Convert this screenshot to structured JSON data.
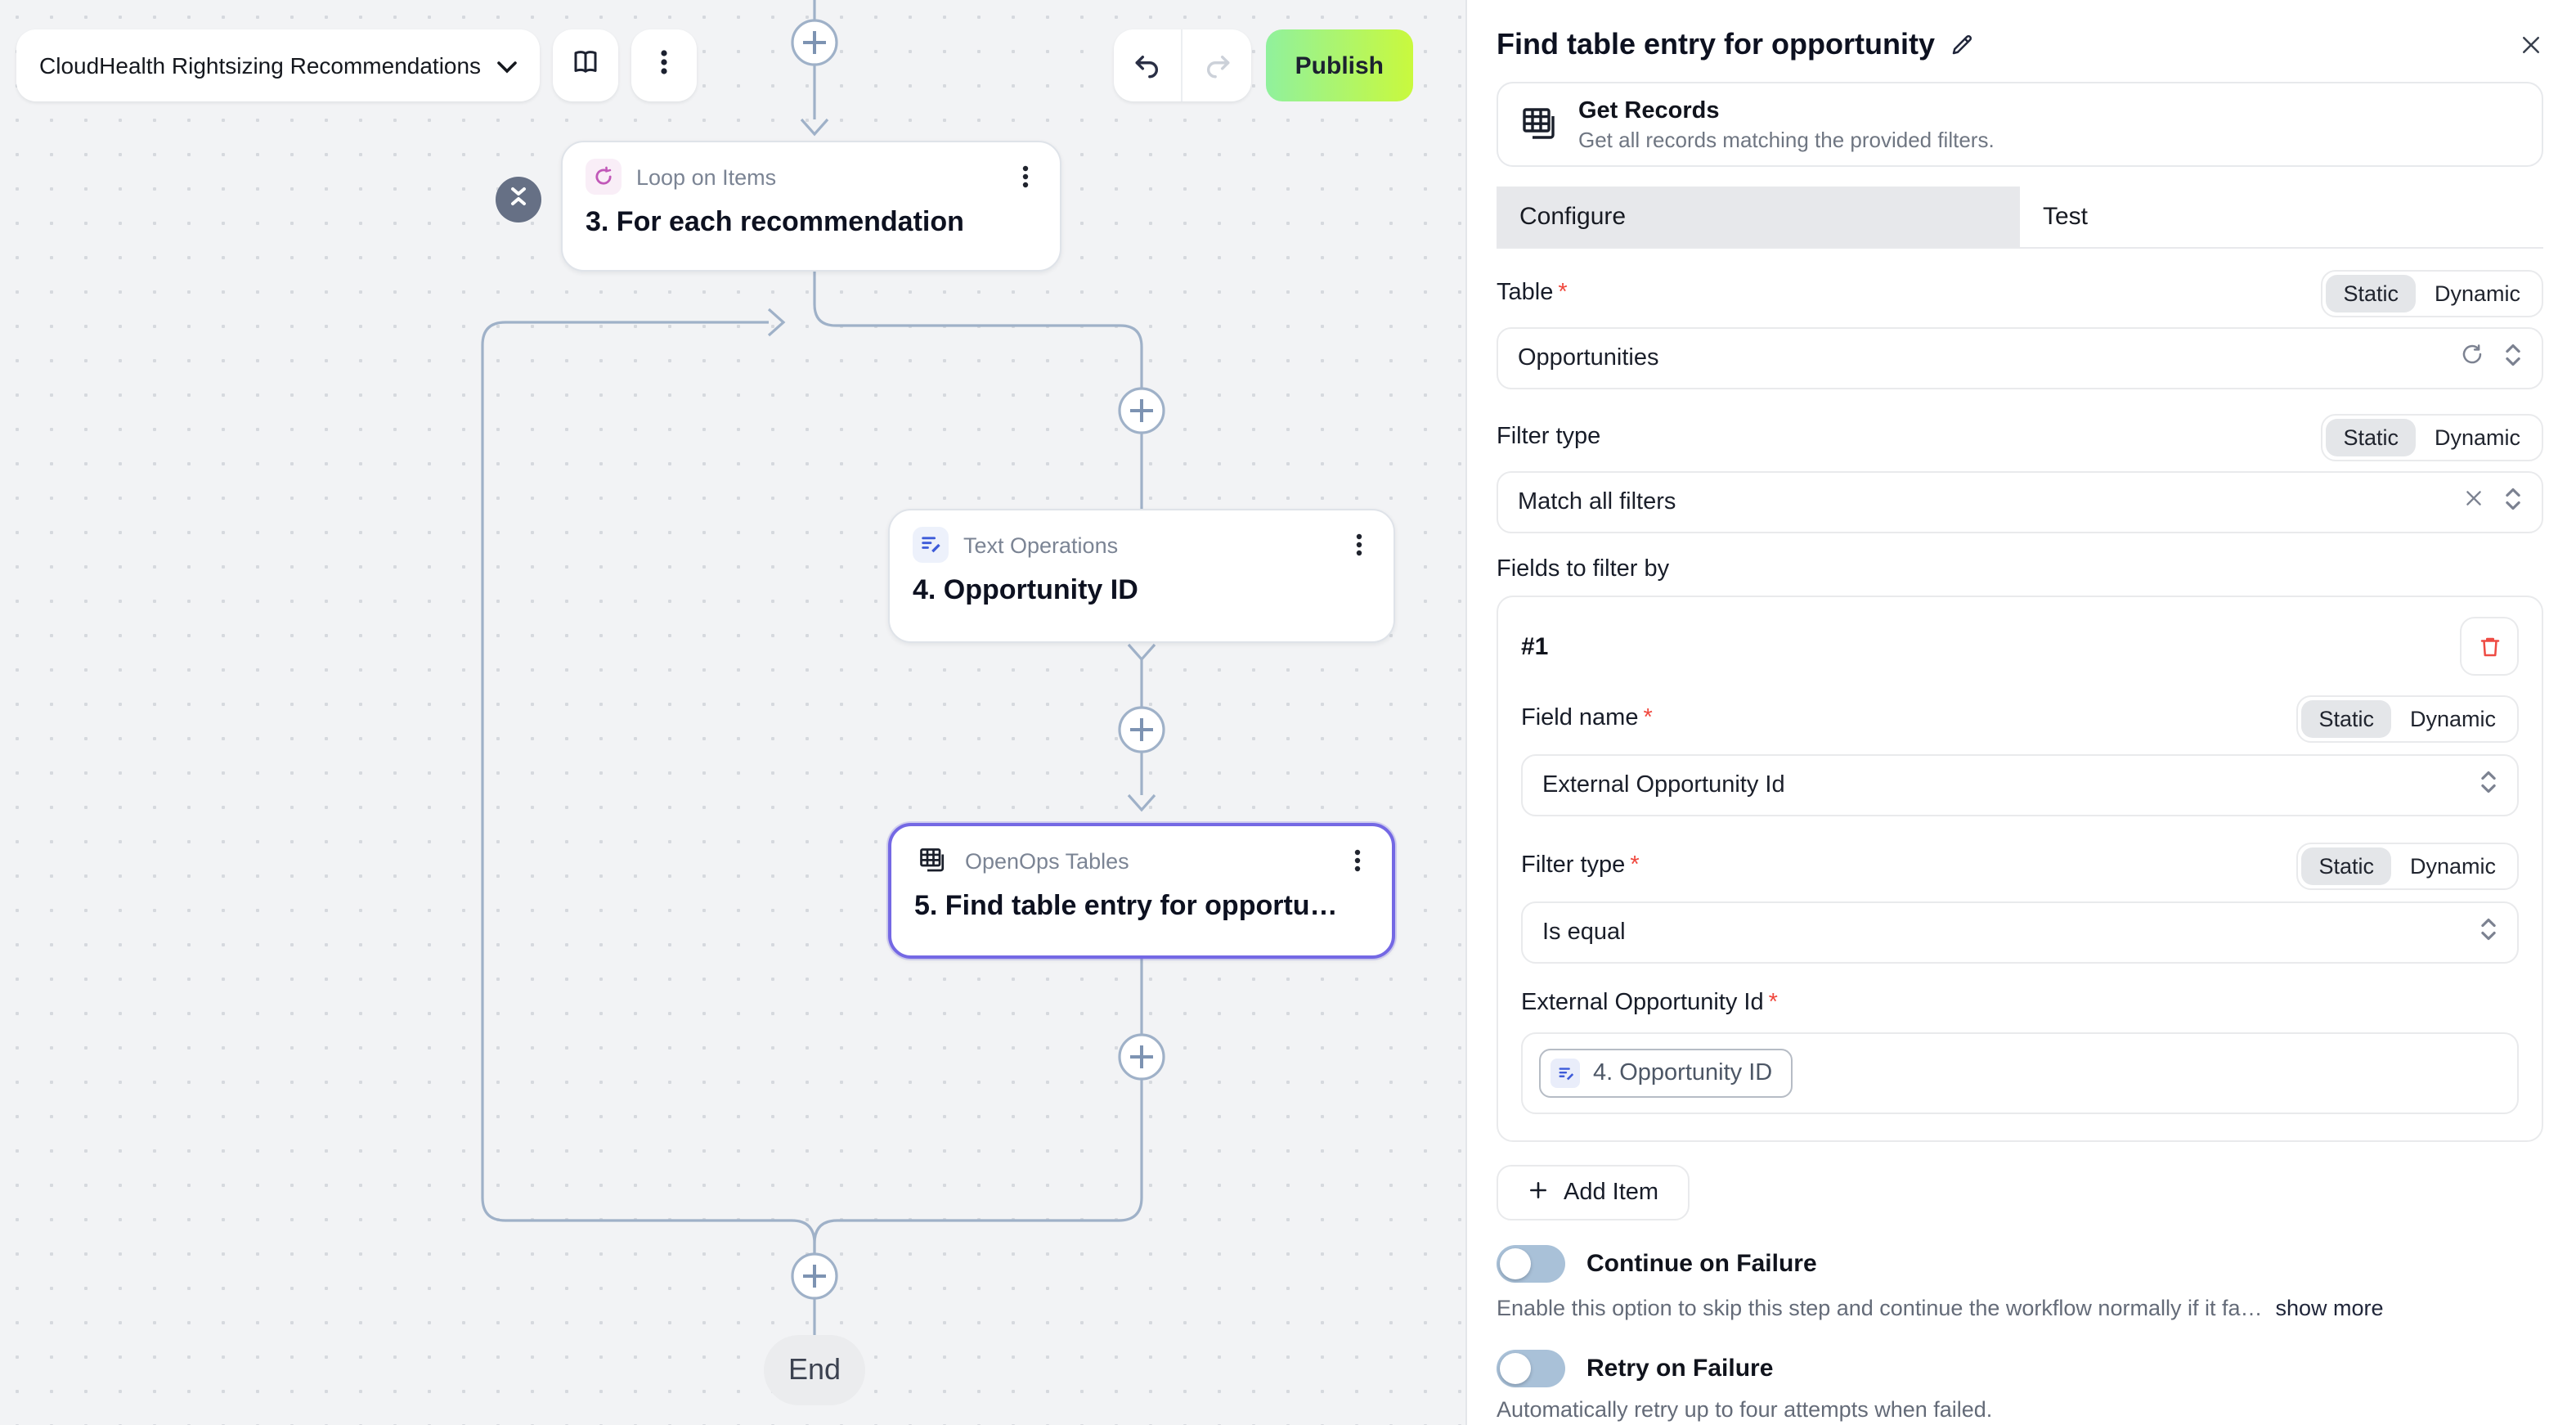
{
  "header": {
    "flow_selector": "CloudHealth Rightsizing Recommendations",
    "publish_label": "Publish"
  },
  "canvas": {
    "nodes": {
      "loop": {
        "type_label": "Loop on Items",
        "title": "3. For each recommendation"
      },
      "text_ops": {
        "type_label": "Text Operations",
        "title": "4. Opportunity ID"
      },
      "tables": {
        "type_label": "OpenOps Tables",
        "title": "5. Find table entry for opportu…"
      }
    },
    "end_label": "End"
  },
  "panel": {
    "title": "Find table entry for opportunity",
    "action": {
      "name": "Get Records",
      "description": "Get all records matching the provided filters."
    },
    "tabs": {
      "configure": "Configure",
      "test": "Test"
    },
    "toggle": {
      "static": "Static",
      "dynamic": "Dynamic"
    },
    "fields": {
      "table": {
        "label": "Table",
        "value": "Opportunities"
      },
      "filter_type": {
        "label": "Filter type",
        "value": "Match all filters"
      },
      "fields_to_filter_label": "Fields to filter by",
      "item_index": "#1",
      "field_name": {
        "label": "Field name",
        "value": "External Opportunity Id"
      },
      "item_filter_type": {
        "label": "Filter type",
        "value": "Is equal"
      },
      "external_opportunity_id": {
        "label": "External Opportunity Id",
        "token": "4. Opportunity ID"
      }
    },
    "add_item_label": "Add Item",
    "continue_on_failure": {
      "label": "Continue on Failure",
      "description": "Enable this option to skip this step and continue the workflow normally if it fa…",
      "show_more": "show more"
    },
    "retry_on_failure": {
      "label": "Retry on Failure",
      "description": "Automatically retry up to four attempts when failed."
    }
  },
  "colors": {
    "publish_start": "#90f19d",
    "publish_end": "#c9f93d",
    "selection": "#7468e4",
    "edge": "#9fb1c8",
    "toggle_off": "#a9c1d8",
    "danger": "#ee4b43",
    "loop_icon": "#c158b8",
    "text_ops_icon": "#3d5bd9"
  }
}
